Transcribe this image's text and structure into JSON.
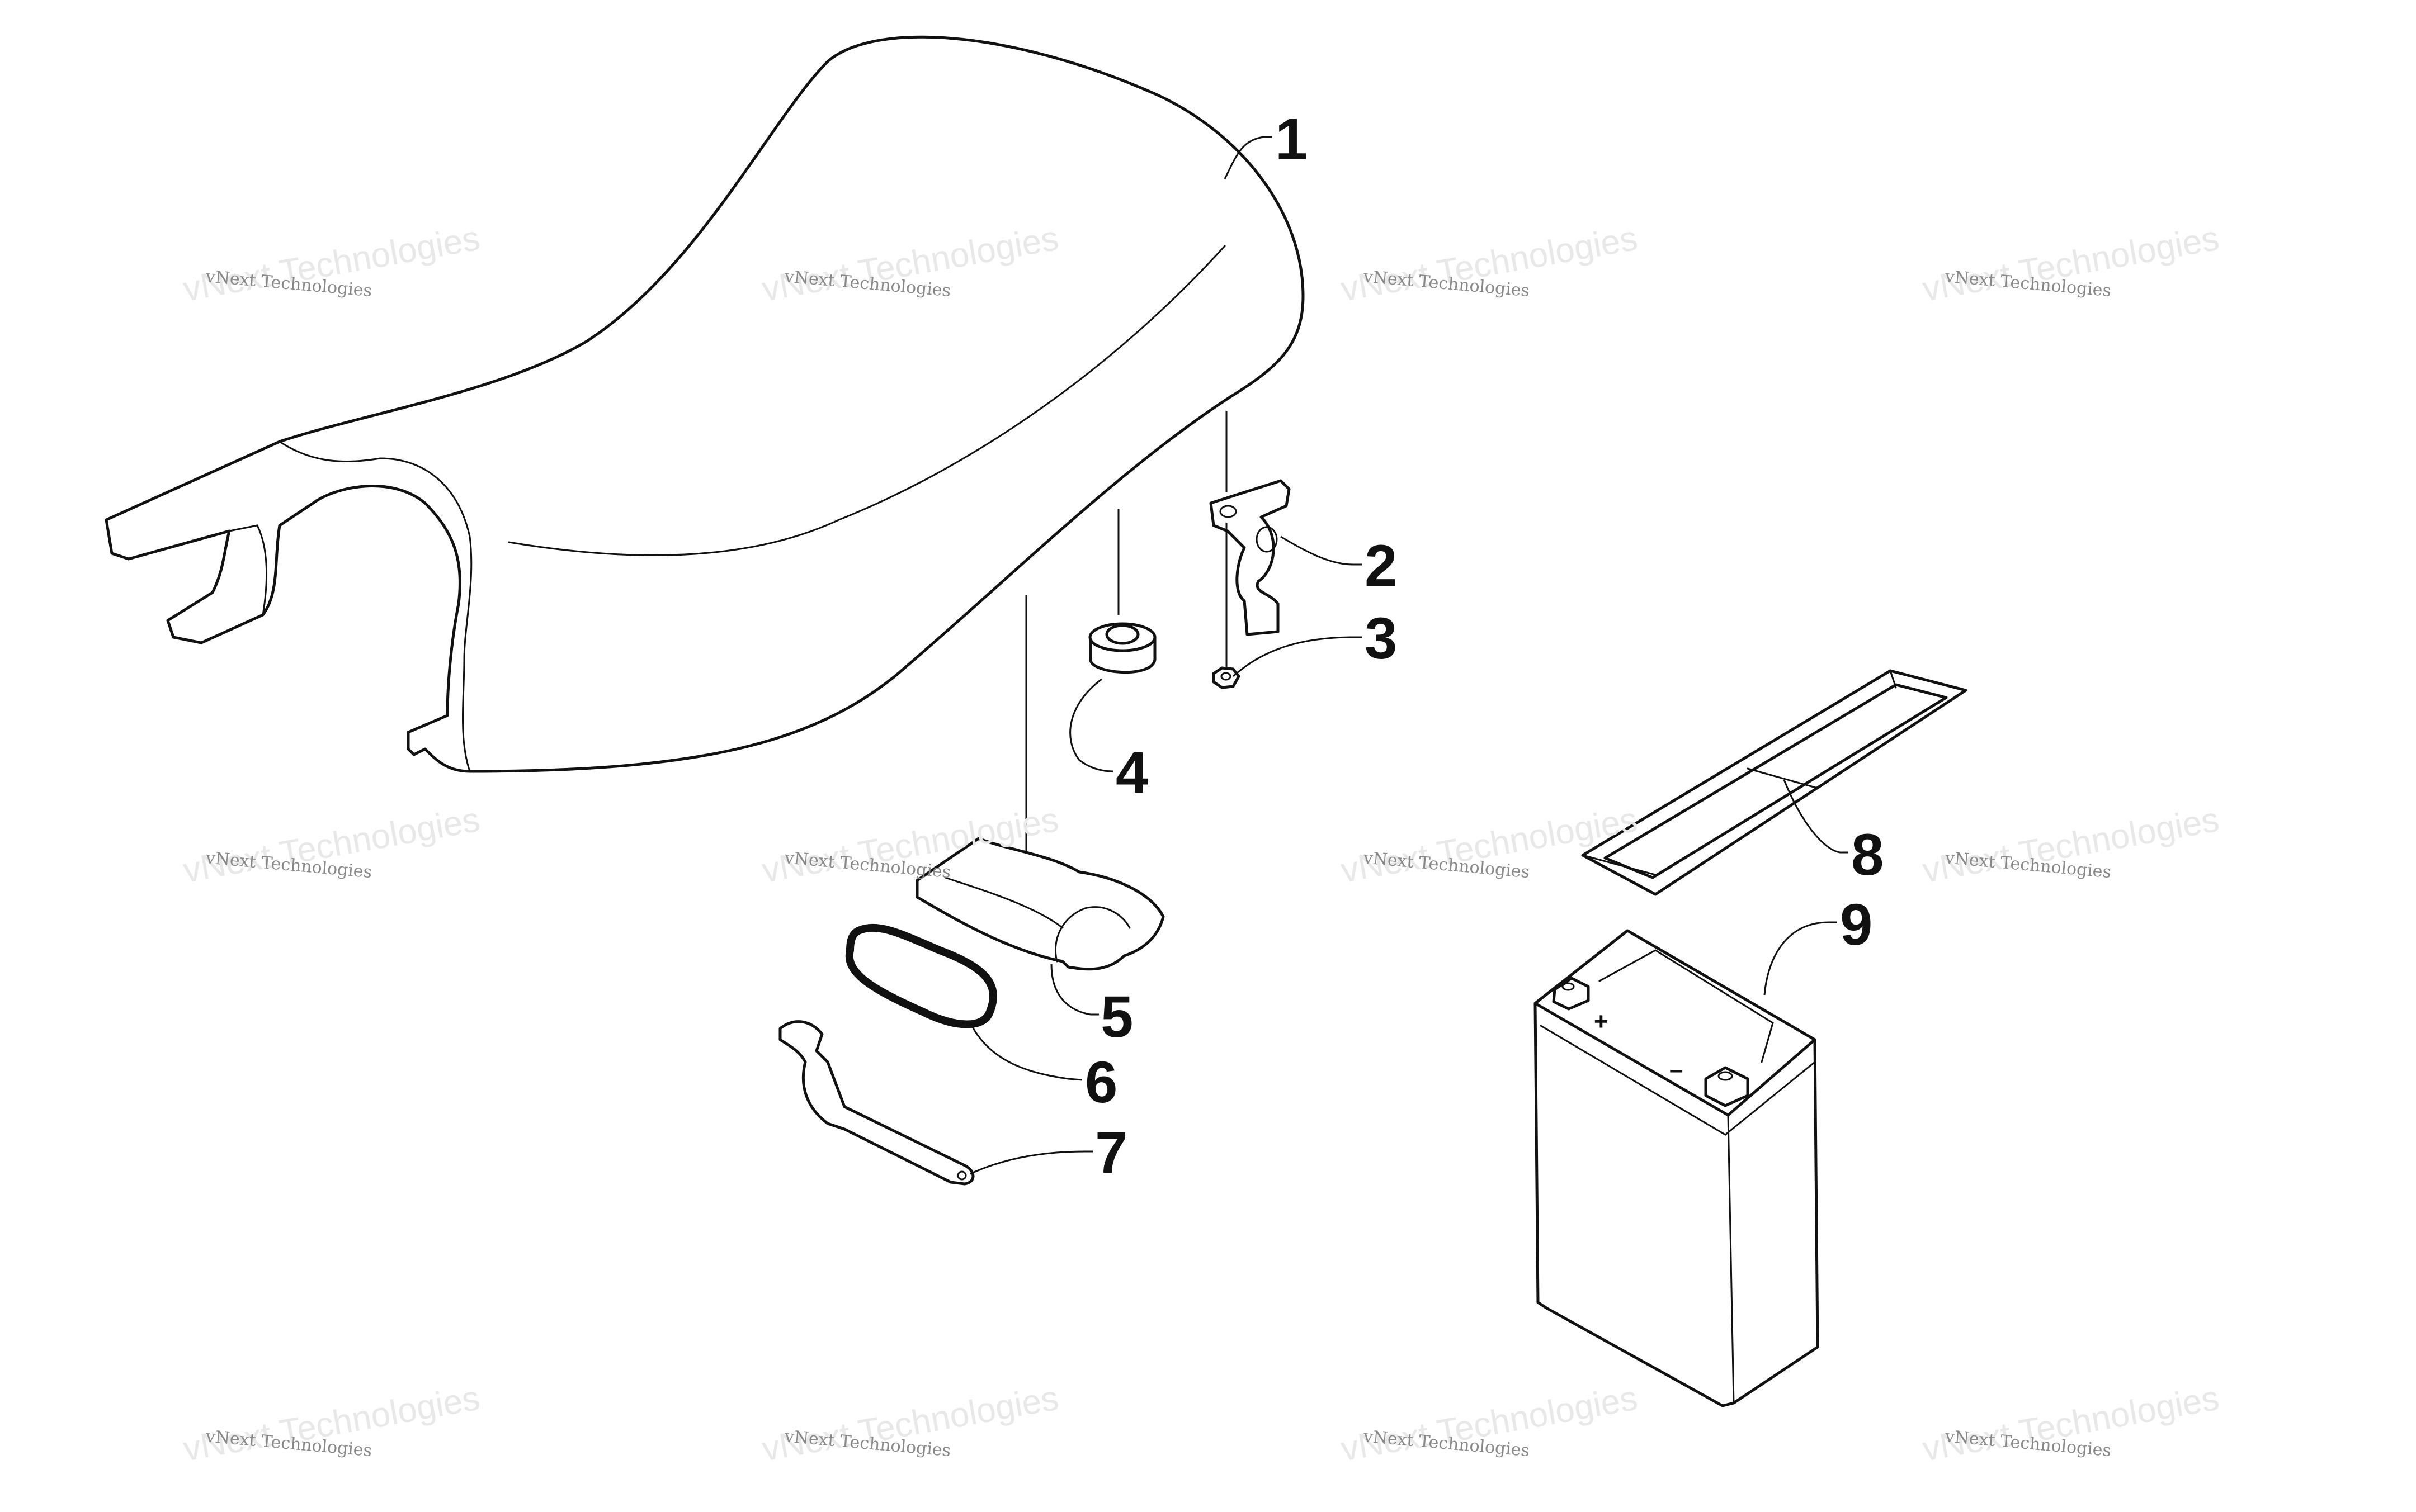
{
  "diagram": {
    "callouts": [
      {
        "id": "1",
        "label": "1"
      },
      {
        "id": "2",
        "label": "2"
      },
      {
        "id": "3",
        "label": "3"
      },
      {
        "id": "4",
        "label": "4"
      },
      {
        "id": "5",
        "label": "5"
      },
      {
        "id": "6",
        "label": "6"
      },
      {
        "id": "7",
        "label": "7"
      },
      {
        "id": "8",
        "label": "8"
      },
      {
        "id": "9",
        "label": "9"
      }
    ],
    "battery_terminals": {
      "positive": "+",
      "negative": "–"
    }
  },
  "watermark": {
    "small": "vNext Technologies",
    "large": "vNext Technologies"
  }
}
